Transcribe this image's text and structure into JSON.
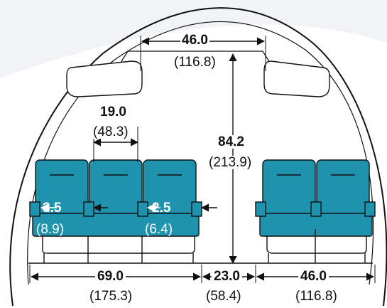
{
  "colors": {
    "seat": "#1f93ae",
    "seat_dark": "#126f86",
    "line": "#111111",
    "background": "#ffffff",
    "cabin_fill": "#f4f7f9"
  },
  "dimensions": {
    "bin_spacing": {
      "value": "46.0",
      "metric": "(116.8)"
    },
    "cabin_height": {
      "value": "84.2",
      "metric": "(213.9)"
    },
    "seat_width": {
      "value": "19.0",
      "metric": "(48.3)"
    },
    "left_armrest": {
      "value": "3.5",
      "metric": "(8.9)"
    },
    "inner_armrest": {
      "value": "2.5",
      "metric": "(6.4)"
    },
    "triple_width": {
      "value": "69.0",
      "metric": "(175.3)"
    },
    "aisle_width": {
      "value": "23.0",
      "metric": "(58.4)"
    },
    "double_width": {
      "value": "46.0",
      "metric": "(116.8)"
    }
  }
}
